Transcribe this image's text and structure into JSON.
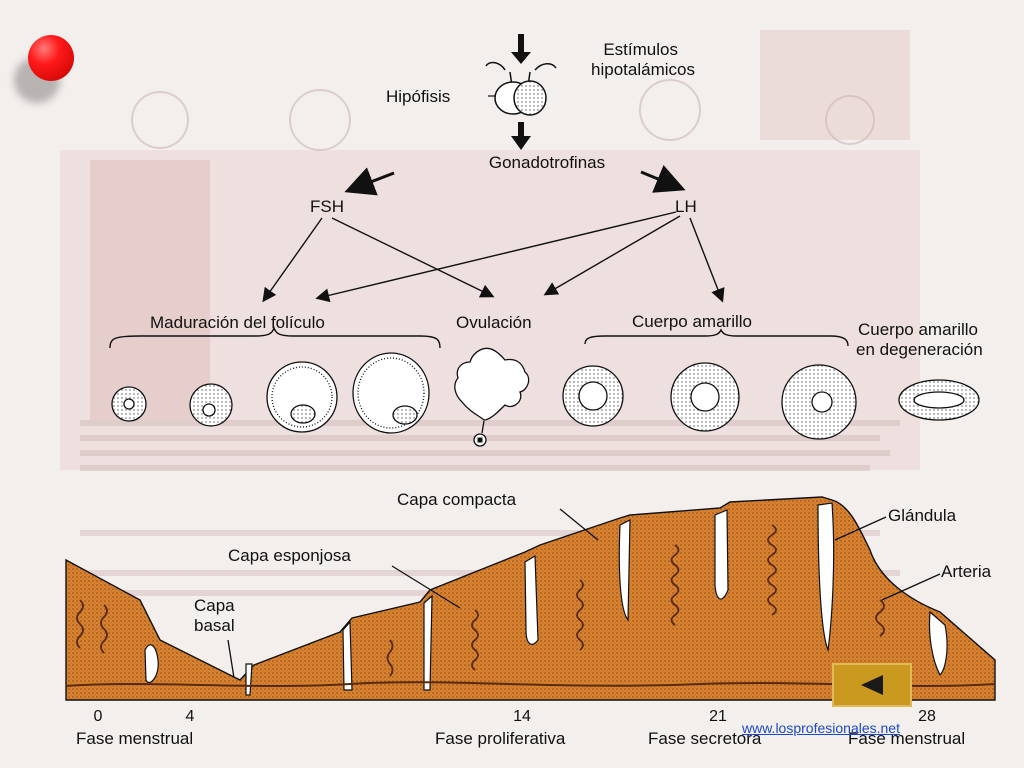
{
  "diagram": {
    "stimuli": "Estímulos\nhipotalámicos",
    "pituitary": "Hipófisis",
    "gonadotropins": "Gonadotrofinas",
    "fsh": "FSH",
    "lh": "LH",
    "follicle_maturation": "Maduración del folículo",
    "ovulation": "Ovulación",
    "corpus_luteum": "Cuerpo amarillo",
    "corpus_luteum_degenerating": "Cuerpo amarillo\nen degeneración",
    "compact_layer": "Capa compacta",
    "spongy_layer": "Capa esponjosa",
    "basal_layer": "Capa\nbasal",
    "gland": "Glándula",
    "artery": "Arteria",
    "days": [
      "0",
      "4",
      "14",
      "21",
      "28"
    ],
    "phases": [
      "Fase menstrual",
      "Fase proliferativa",
      "Fase secretora",
      "Fase menstrual"
    ]
  },
  "footer": {
    "link": "www.losprofesionales.net"
  },
  "colors": {
    "tissue": "#d98330",
    "tissue_dark": "#7a3a12",
    "nav_button": "#c99a1f"
  },
  "icons": {
    "nav": "left-triangle-icon",
    "bullet": "red-dot-icon"
  }
}
